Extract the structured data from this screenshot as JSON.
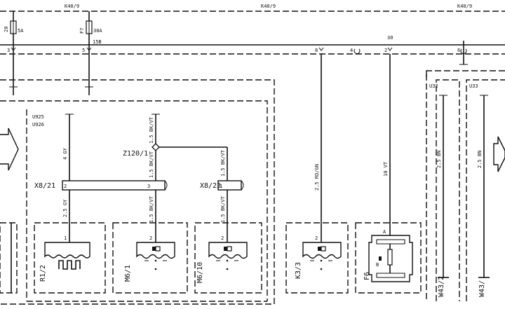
{
  "connector_labels": {
    "left": "K40/9",
    "center": "K40/9",
    "right": "K40/9"
  },
  "fuses": [
    {
      "id": "20",
      "rating": "5A"
    },
    {
      "id": "F7",
      "rating": "30A"
    }
  ],
  "pins": {
    "fuse20": "3",
    "fuseF7": "5",
    "k33": "8",
    "center_4": "4",
    "f6": "2",
    "right_6": "6"
  },
  "plug_sizes": {
    "fuseF7": "15B",
    "f6": "30"
  },
  "groups": {
    "u925": "U925",
    "u926": "U926",
    "u32": "U32",
    "u33": "U33"
  },
  "splice": "Z120/1",
  "connectors": [
    {
      "id": "X8/21",
      "pin_left": "2",
      "pin_right": "3"
    },
    {
      "id": "X8/23",
      "pin": "1"
    }
  ],
  "wires": {
    "gy_top": "4 GY",
    "bkvt_top": "1.5 BK/VT",
    "bkvt_mid": "1.5 BK/VT",
    "bkvt_right": "1.5 BK/VT",
    "gy_low": "2.5 GY",
    "bkvt_low1": "1.5 BK/VT",
    "bkvt_low2": "1.5 BK/VT",
    "k33": "2.5 RD/GN",
    "f6": "10 VT",
    "u32": "2.5 BN",
    "u33": "2.5 BN"
  },
  "components": {
    "r1": "R1/2",
    "m6_1": "M6/1",
    "m6_10": "M6/10",
    "k3": "K3/3",
    "f6": "F6",
    "w43_2": "W43/2",
    "w43_3": "W43/"
  },
  "f6_marks": {
    "a": "A",
    "b": "B"
  },
  "pin_marks": {
    "one": "1",
    "two": "2"
  }
}
